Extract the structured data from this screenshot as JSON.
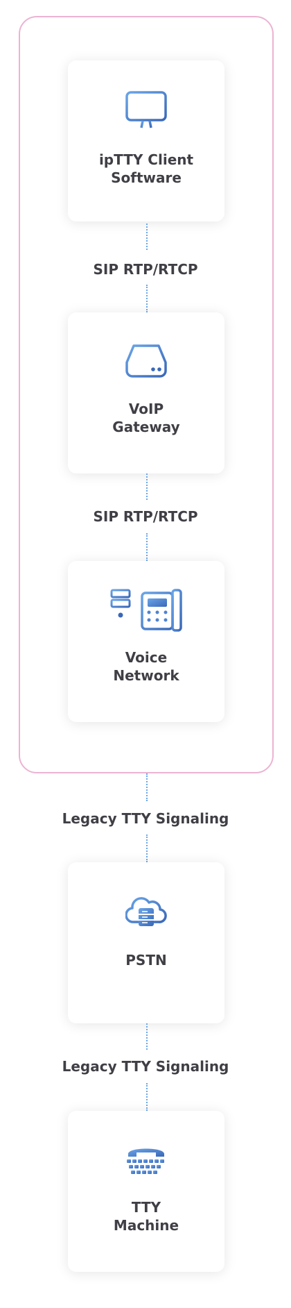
{
  "colors": {
    "frame_border": "#ecb3d2",
    "connector": "#6aa5e8",
    "icon_gradient_start": "#6aa5e8",
    "icon_gradient_end": "#3a68b8",
    "text": "#3f3f45"
  },
  "nodes": [
    {
      "icon": "monitor-icon",
      "lines": [
        "ipTTY Client",
        "Software"
      ]
    },
    {
      "icon": "gateway-drive-icon",
      "lines": [
        "VoIP",
        "Gateway"
      ]
    },
    {
      "icon": "server-phone-icon",
      "lines": [
        "Voice",
        "Network"
      ]
    },
    {
      "icon": "cloud-server-icon",
      "lines": [
        "PSTN"
      ]
    },
    {
      "icon": "tty-phone-icon",
      "lines": [
        "TTY",
        "Machine"
      ]
    }
  ],
  "edges": [
    {
      "label": "SIP RTP/RTCP"
    },
    {
      "label": "SIP RTP/RTCP"
    },
    {
      "label": "Legacy TTY Signaling"
    },
    {
      "label": "Legacy TTY Signaling"
    }
  ]
}
